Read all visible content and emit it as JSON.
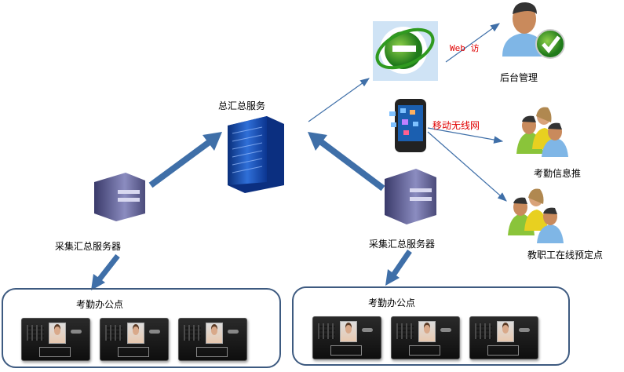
{
  "labels": {
    "central_server": "总汇总服务",
    "collect_server_left": "采集汇总服务器",
    "collect_server_right": "采集汇总服务器",
    "office_left": "考勤办公点",
    "office_right": "考勤办公点",
    "web_access": "Web 访",
    "mobile_network": "移动无线网",
    "admin": "后台管理",
    "attendance_push": "考勤信息推",
    "staff_booking": "教职工在线预定点"
  },
  "colors": {
    "arrow": "#3f6fa8",
    "label_red": "#e00000",
    "box_border": "#3d5a80"
  },
  "devices_per_office": 3
}
